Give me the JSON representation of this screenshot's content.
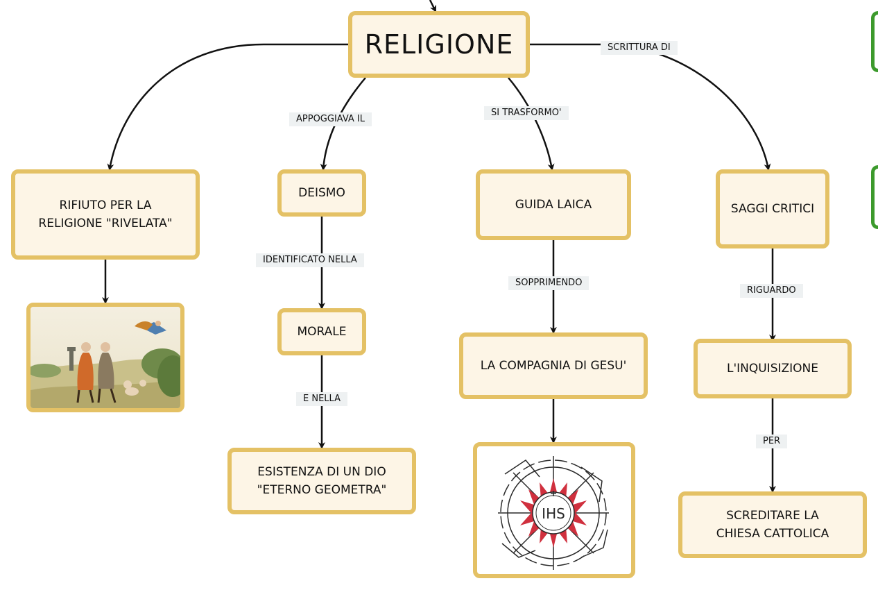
{
  "nodes": {
    "religione": "RELIGIONE",
    "rifiuto": "RIFIUTO PER LA RELIGIONE \"RIVELATA\"",
    "deismo": "DEISMO",
    "guida_laica": "GUIDA LAICA",
    "saggi_critici": "SAGGI CRITICI",
    "morale": "MORALE",
    "esistenza": "ESISTENZA DI UN DIO \"ETERNO GEOMETRA\"",
    "compagnia": "LA COMPAGNIA DI GESU'",
    "inquisizione": "L'INQUISIZIONE",
    "screditare": "SCREDITARE LA CHIESA CATTOLICA"
  },
  "links": {
    "scrittura_di": "SCRITTURA DI",
    "appoggiava_il": "APPOGGIAVA IL",
    "si_trasformo": "SI TRASFORMO'",
    "identificato_nella": "IDENTIFICATO NELLA",
    "sopprimendo": "SOPPRIMENDO",
    "riguardo": "RIGUARDO",
    "e_nella": "E NELLA",
    "per": "PER"
  },
  "emblem_text": "IHS",
  "colors": {
    "node_fill": "#fdf5e6",
    "node_border": "#e4c165",
    "label_bg": "#eef1f2",
    "side_border": "#3c9a2c",
    "emblem_red": "#d0303e"
  }
}
